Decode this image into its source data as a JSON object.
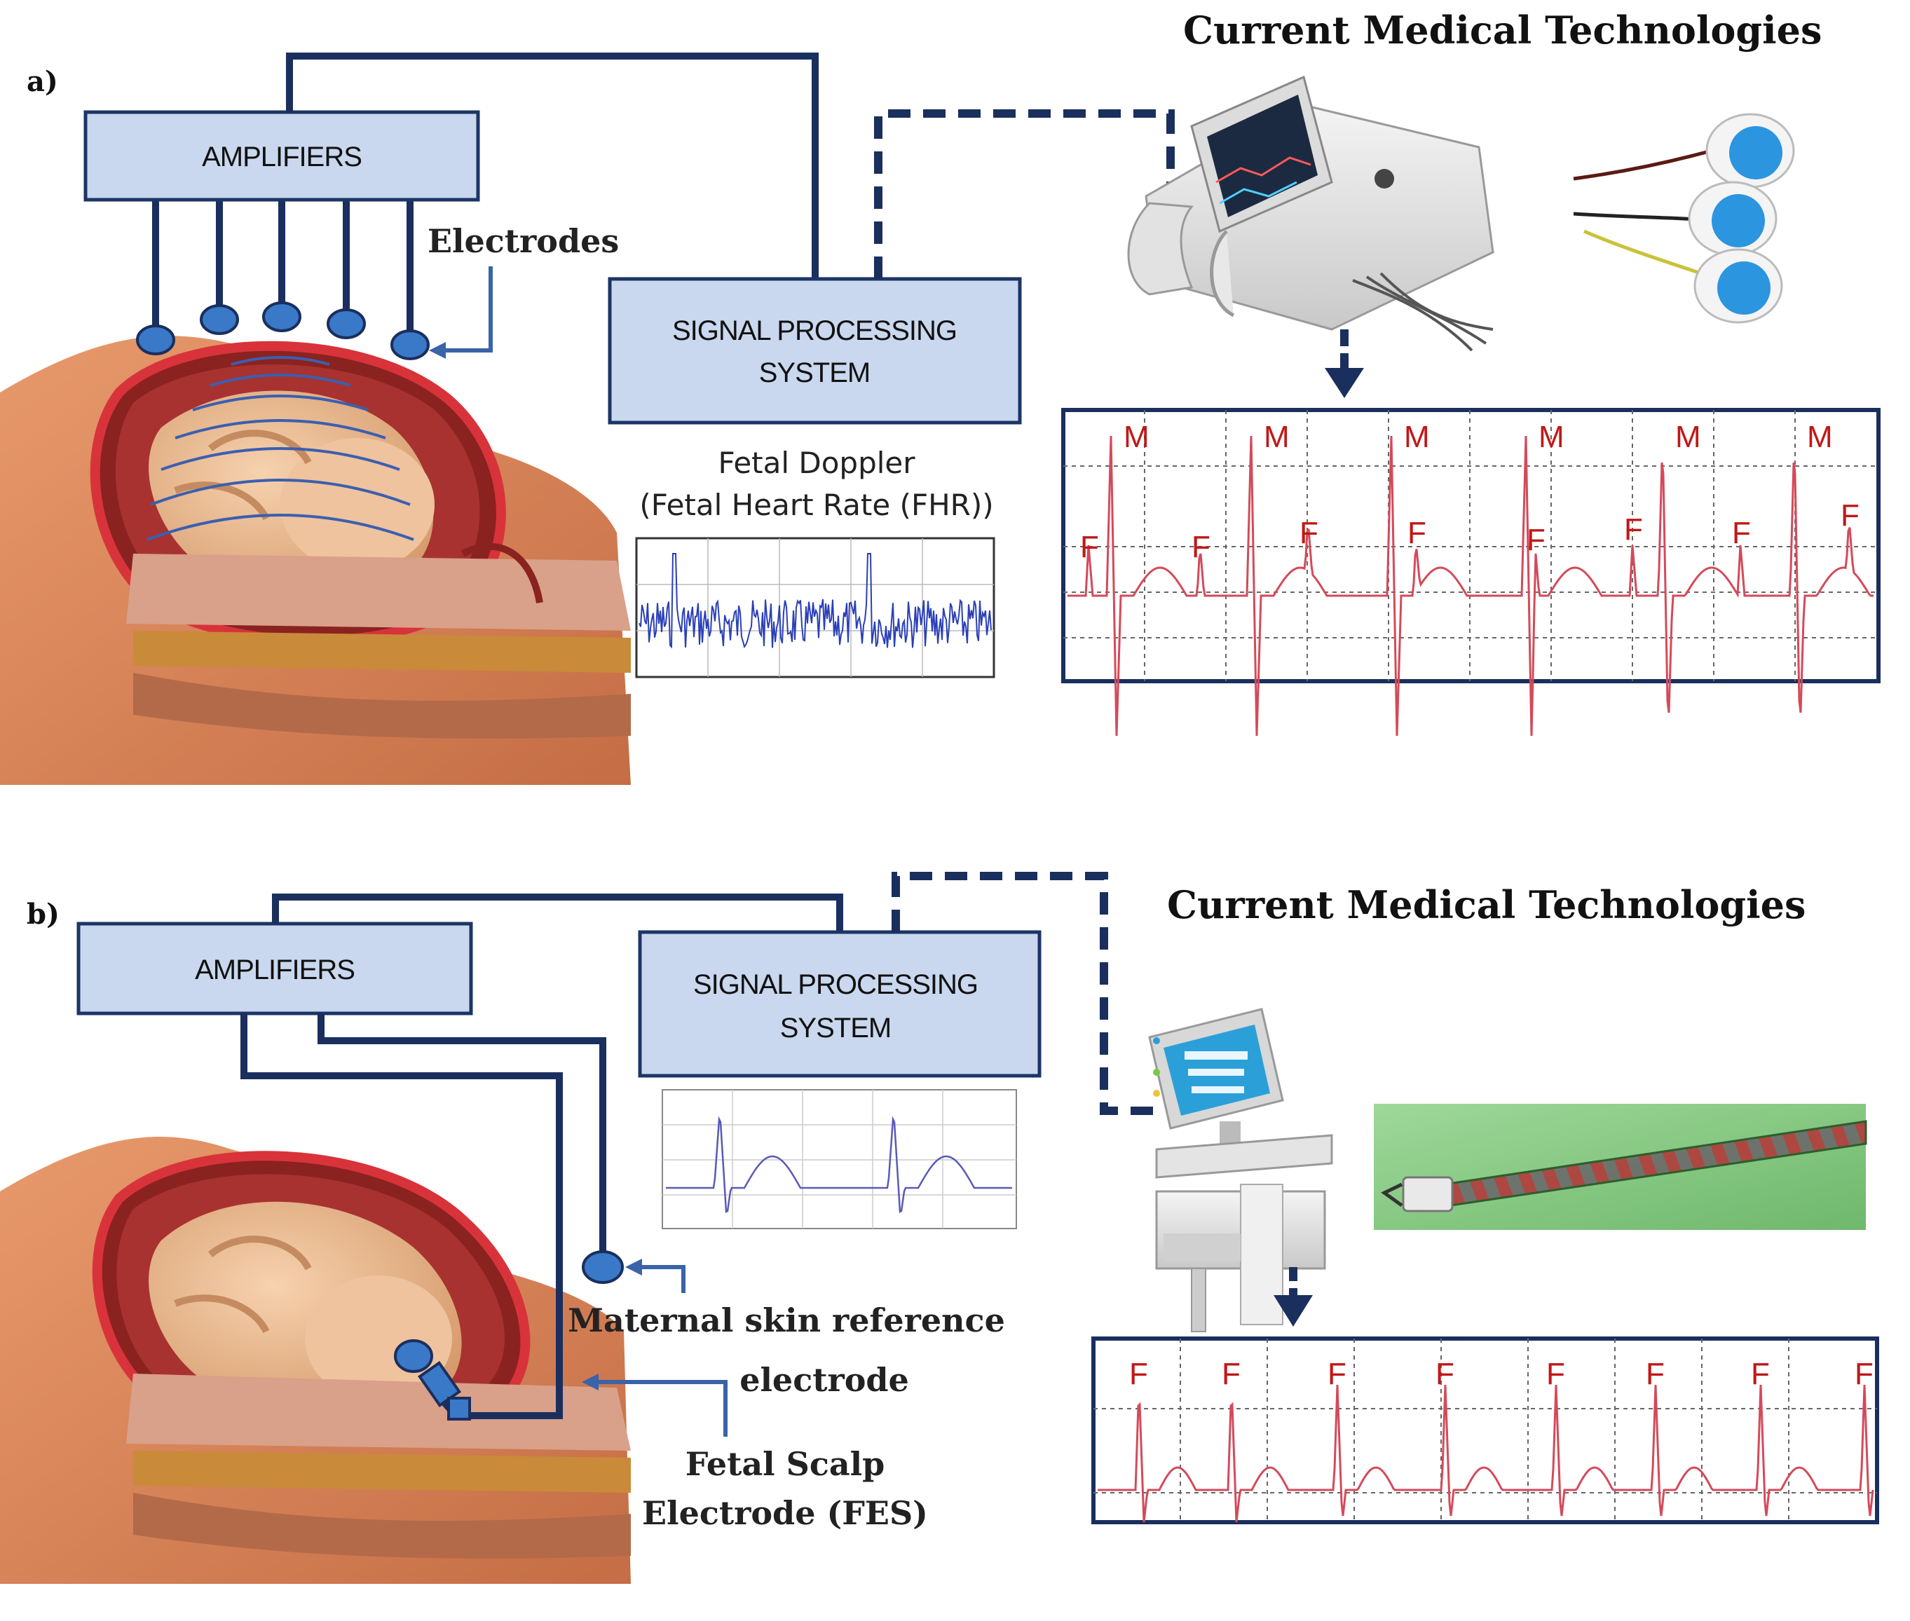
{
  "panel_a": {
    "label": "a)",
    "heading": "Current Medical Technologies",
    "amplifiers_label": "AMPLIFIERS",
    "signal_processing_line1": "SIGNAL PROCESSING",
    "signal_processing_line2": "SYSTEM",
    "electrodes_label": "Electrodes",
    "doppler_line1": "Fetal Doppler",
    "doppler_line2": "(Fetal Heart Rate (FHR))",
    "maternal_peak_label": "M",
    "fetal_peak_label": "F",
    "maternal_peak_count": 6,
    "fetal_peak_count": 8
  },
  "panel_b": {
    "label": "b)",
    "heading": "Current Medical Technologies",
    "amplifiers_label": "AMPLIFIERS",
    "signal_processing_line1": "SIGNAL PROCESSING",
    "signal_processing_line2": "SYSTEM",
    "maternal_ref_line1": "Maternal skin reference",
    "maternal_ref_line2": "electrode",
    "fes_line1": "Fetal Scalp",
    "fes_line2": "Electrode (FES)",
    "fetal_peak_label": "F",
    "fetal_peak_count": 8
  },
  "colors": {
    "box_fill": "#c9d8ee",
    "box_stroke": "#1c3566",
    "wire": "#1a2f5e",
    "electrode": "#3a78c8",
    "ecg_trace": "#d44a5a",
    "ecg_label": "#c01818",
    "skin": "#d9825a",
    "uterus": "#d8333a",
    "fetus": "#e8b48c",
    "green_bg": "#8fcf8a"
  }
}
